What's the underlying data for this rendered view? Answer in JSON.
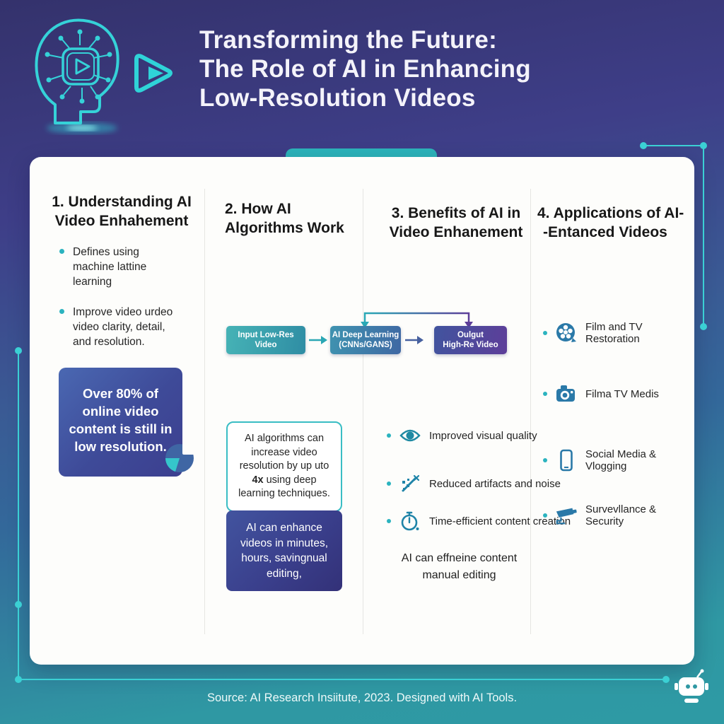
{
  "header": {
    "title_lines": [
      "Transforming the Future:",
      "The Role of AI in Enhancing",
      "Low-Resolution Videos"
    ],
    "logo_icons": [
      "brain-circuit-icon",
      "play-button-icon"
    ]
  },
  "columns": {
    "c1": {
      "title_lines": [
        "1. Understanding AI",
        "Video Enhahement"
      ],
      "bullets": [
        "Defines using machine lattine learning",
        "Improve video urdeo video clarity, detail, and resolution."
      ],
      "stat_box": "Over 80% of online video content is still in low resolution.",
      "stat_icon": "pie-chart-icon"
    },
    "c2": {
      "title_lines": [
        "2. How AI",
        "Algorithms Work"
      ],
      "flow": {
        "box1_lines": [
          "Input Low-Res",
          "Video"
        ],
        "box2_lines": [
          "AI Deep Learning",
          "(CNNs/GANS)"
        ],
        "box3_lines": [
          "Oulgut",
          "High-Re Video"
        ]
      },
      "info_box": {
        "pre": "AI algorithms can increase video resolution by up uto ",
        "bold": "4x",
        "post": " using deep learning techniques."
      },
      "highlight_box": "AI can enhance videos in minutes, hours, savingnual editing,"
    },
    "c3": {
      "title_lines": [
        "3. Benefits of AI in",
        "Video Enhanement"
      ],
      "benefits": [
        {
          "icon": "eye-icon",
          "label": "Improved visual quality"
        },
        {
          "icon": "noise-reduction-icon",
          "label": "Reduced artifacts and noise"
        },
        {
          "icon": "stopwatch-icon",
          "label": "Time-efficient content creation"
        }
      ],
      "note": "AI can effneine content manual editing"
    },
    "c4": {
      "title_lines": [
        "4. Applications of AI-",
        "-Entanced Videos"
      ],
      "applications": [
        {
          "icon": "film-reel-icon",
          "label": "Film and TV Restoration"
        },
        {
          "icon": "camera-icon",
          "label": "Filma TV Medis"
        },
        {
          "icon": "smartphone-icon",
          "label": "Social Media & Vlogging"
        },
        {
          "icon": "cctv-camera-icon",
          "label": "Survevllance & Security"
        }
      ]
    }
  },
  "footer": {
    "source": "Source: AI Research Insiitute, 2023. Designed with AI Tools.",
    "corner_icon": "robot-icon"
  },
  "colors": {
    "accent_teal": "#2fd3d8",
    "card_bg": "#fdfdfb",
    "flow_box_input": "#35a3ad",
    "flow_box_ai": "#3d7aa9",
    "flow_box_output": "#54489b",
    "stat_box_start": "#4a68b2",
    "stat_box_end": "#3c3f8f",
    "bg_top": "#34326c",
    "bg_bottom": "#2e9aa4",
    "icon_blue": "#2a79a8"
  }
}
